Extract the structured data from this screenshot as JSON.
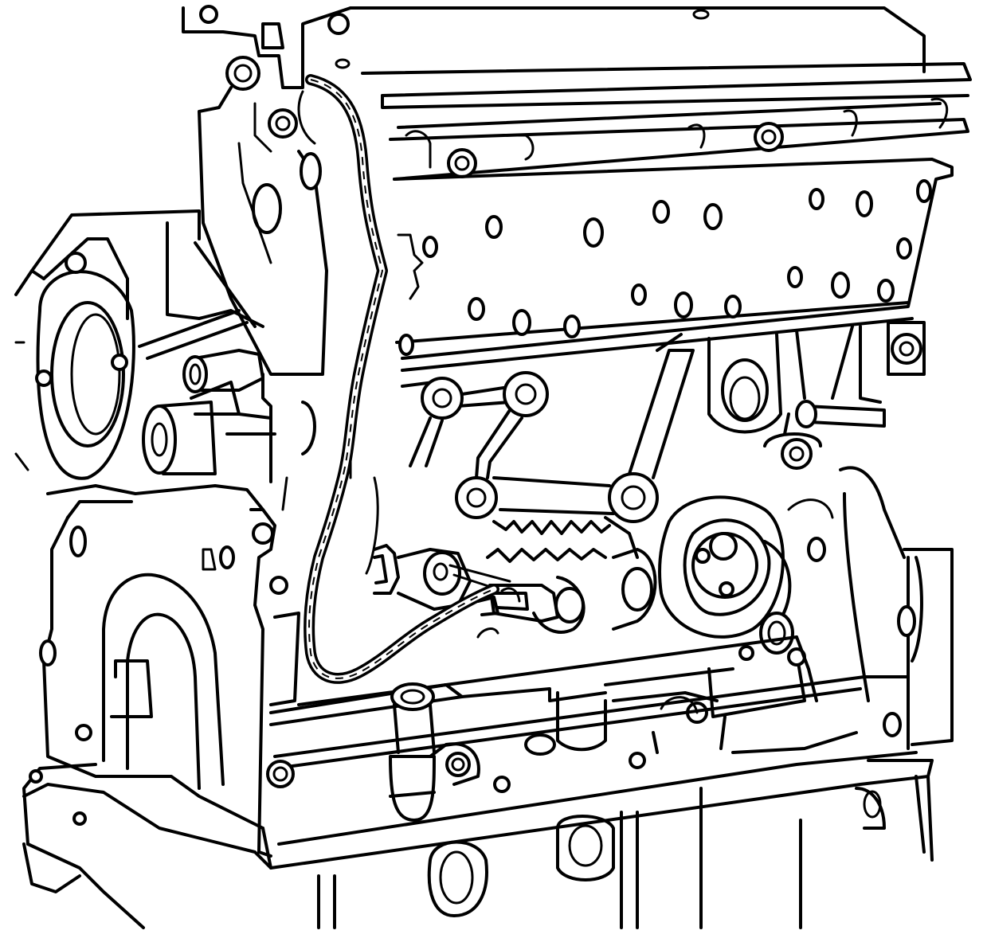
{
  "diagram": {
    "subject": "engine-block-with-sensor-wiring-harness",
    "colors": {
      "line": "#000000",
      "background": "#ffffff"
    },
    "components": [
      "cylinder-block",
      "front-cover",
      "oil-pump-housing",
      "water-pump-pulley",
      "oil-pan",
      "wiring-harness",
      "sensor-connector",
      "sensor-bracket",
      "oil-dipstick-tube"
    ]
  }
}
